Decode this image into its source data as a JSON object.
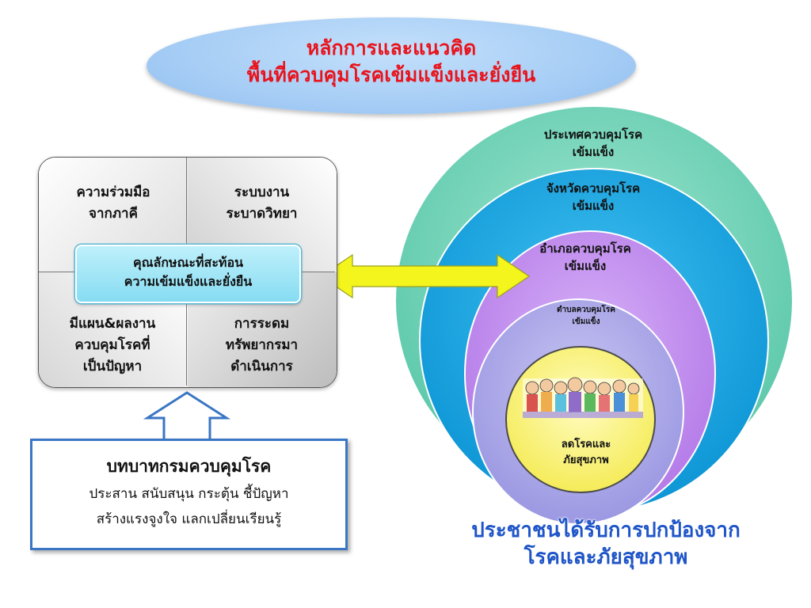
{
  "title": {
    "line1": "หลักการและแนวคิด",
    "line2": "พื้นที่ควบคุมโรคเข้มแข็งและยั่งยืน"
  },
  "quadrants": {
    "top_left": [
      "ความร่วมมือ",
      "จากภาคี"
    ],
    "top_right": [
      "ระบบงาน",
      "ระบาดวิทยา"
    ],
    "bottom_left": [
      "มีแผน&ผลงาน",
      "ควบคุมโรคที่",
      "เป็นปัญหา"
    ],
    "bottom_right": [
      "การระดม",
      "ทรัพยากรมา",
      "ดำเนินการ"
    ]
  },
  "center_box": [
    "คุณลักษณะที่สะท้อน",
    "ความเข้มแข็งและยั่งยืน"
  ],
  "role_box": {
    "heading": "บทบาทกรมควบคุมโรค",
    "line1": "ประสาน สนับสนุน กระตุ้น ชี้ปัญหา",
    "line2": "สร้างแรงจูงใจ แลกเปลี่ยนเรียนรู้"
  },
  "rings": {
    "country": [
      "ประเทศควบคุมโรค",
      "เข้มแข็ง"
    ],
    "province": [
      "จังหวัดควบคุมโรค",
      "เข้มแข็ง"
    ],
    "district": [
      "อำเภอควบคุมโรค",
      "เข้มแข็ง"
    ],
    "subdistrict": [
      "ตำบลควบคุมโรค",
      "เข้มแข็ง"
    ],
    "core": [
      "ลดโรคและ",
      "ภัยสุขภาพ"
    ]
  },
  "bottom_caption": {
    "line1": "ประชาชนได้รับการปกป้องจาก",
    "line2": "โรคและภัยสุขภาพ"
  },
  "colors": {
    "title_text": "#e8141d",
    "title_ellipse": "#a6cdf5",
    "ring_country": "#6fd3b8",
    "ring_province": "#18a9e4",
    "ring_district": "#c08cf0",
    "ring_subdistrict": "#aeaaea",
    "ring_core": "#f9f27a",
    "arrow_fill": "#f5f51e",
    "role_border": "#3a76c4",
    "caption_text": "#1f55c8"
  },
  "icons": {
    "double_arrow": "yellow-double-arrow-icon",
    "up_arrow": "blue-outline-up-arrow-icon",
    "people": "cartoon-people-icon"
  }
}
